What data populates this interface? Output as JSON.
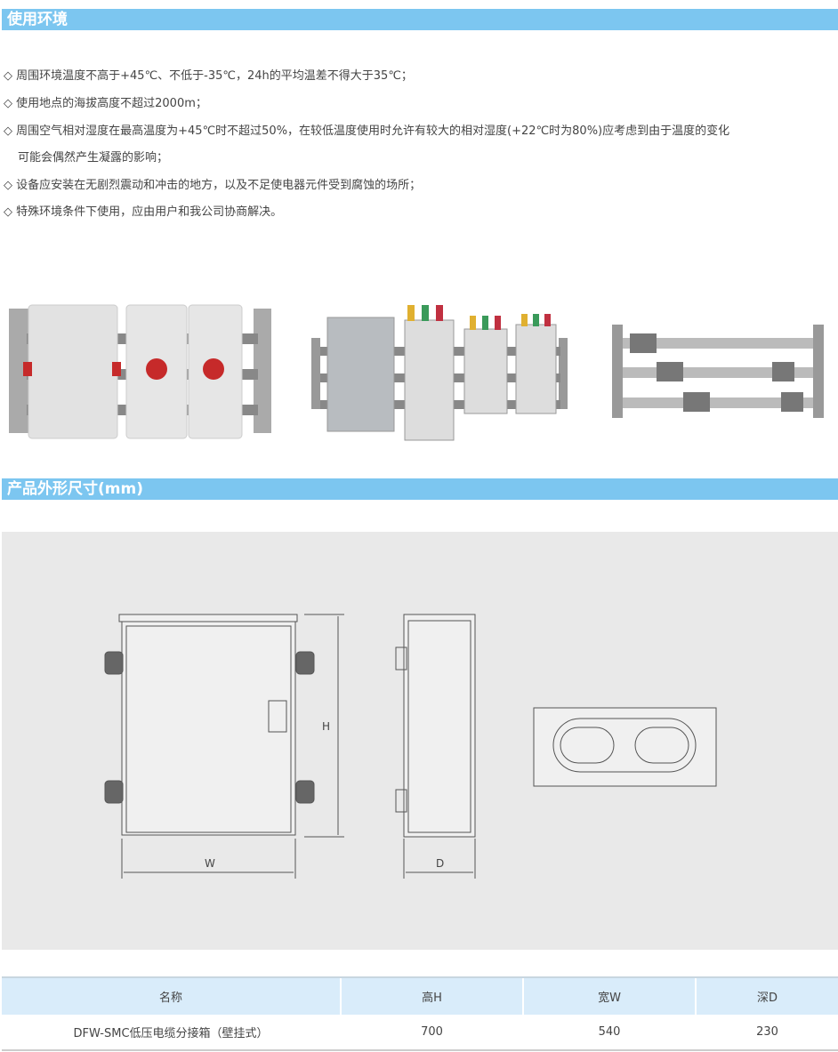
{
  "section1": {
    "title": "使用环境",
    "items": [
      "◇ 周围环境温度不高于+45℃、不低于-35℃，24h的平均温差不得大于35℃；",
      "◇ 使用地点的海拔高度不超过2000m；",
      "◇ 周围空气相对湿度在最高温度为+45℃时不超过50%，在较低温度使用时允许有较大的相对湿度(+22℃时为80%)应考虑到由于温度的变化",
      "可能会偶然产生凝露的影响；",
      "◇ 设备应安装在无剧烈震动和冲击的地方，以及不足使电器元件受到腐蚀的场所；",
      "◇ 特殊环境条件下使用，应由用户和我公司协商解决。"
    ]
  },
  "section2": {
    "title": "产品外形尺寸(mm)"
  },
  "drawing": {
    "h_label": "H",
    "w_label": "W",
    "d_label": "D"
  },
  "table": {
    "headers": [
      "名称",
      "高H",
      "宽W",
      "深D"
    ],
    "rows": [
      [
        "DFW-SMC低压电缆分接箱（壁挂式）",
        "700",
        "540",
        "230"
      ]
    ]
  }
}
